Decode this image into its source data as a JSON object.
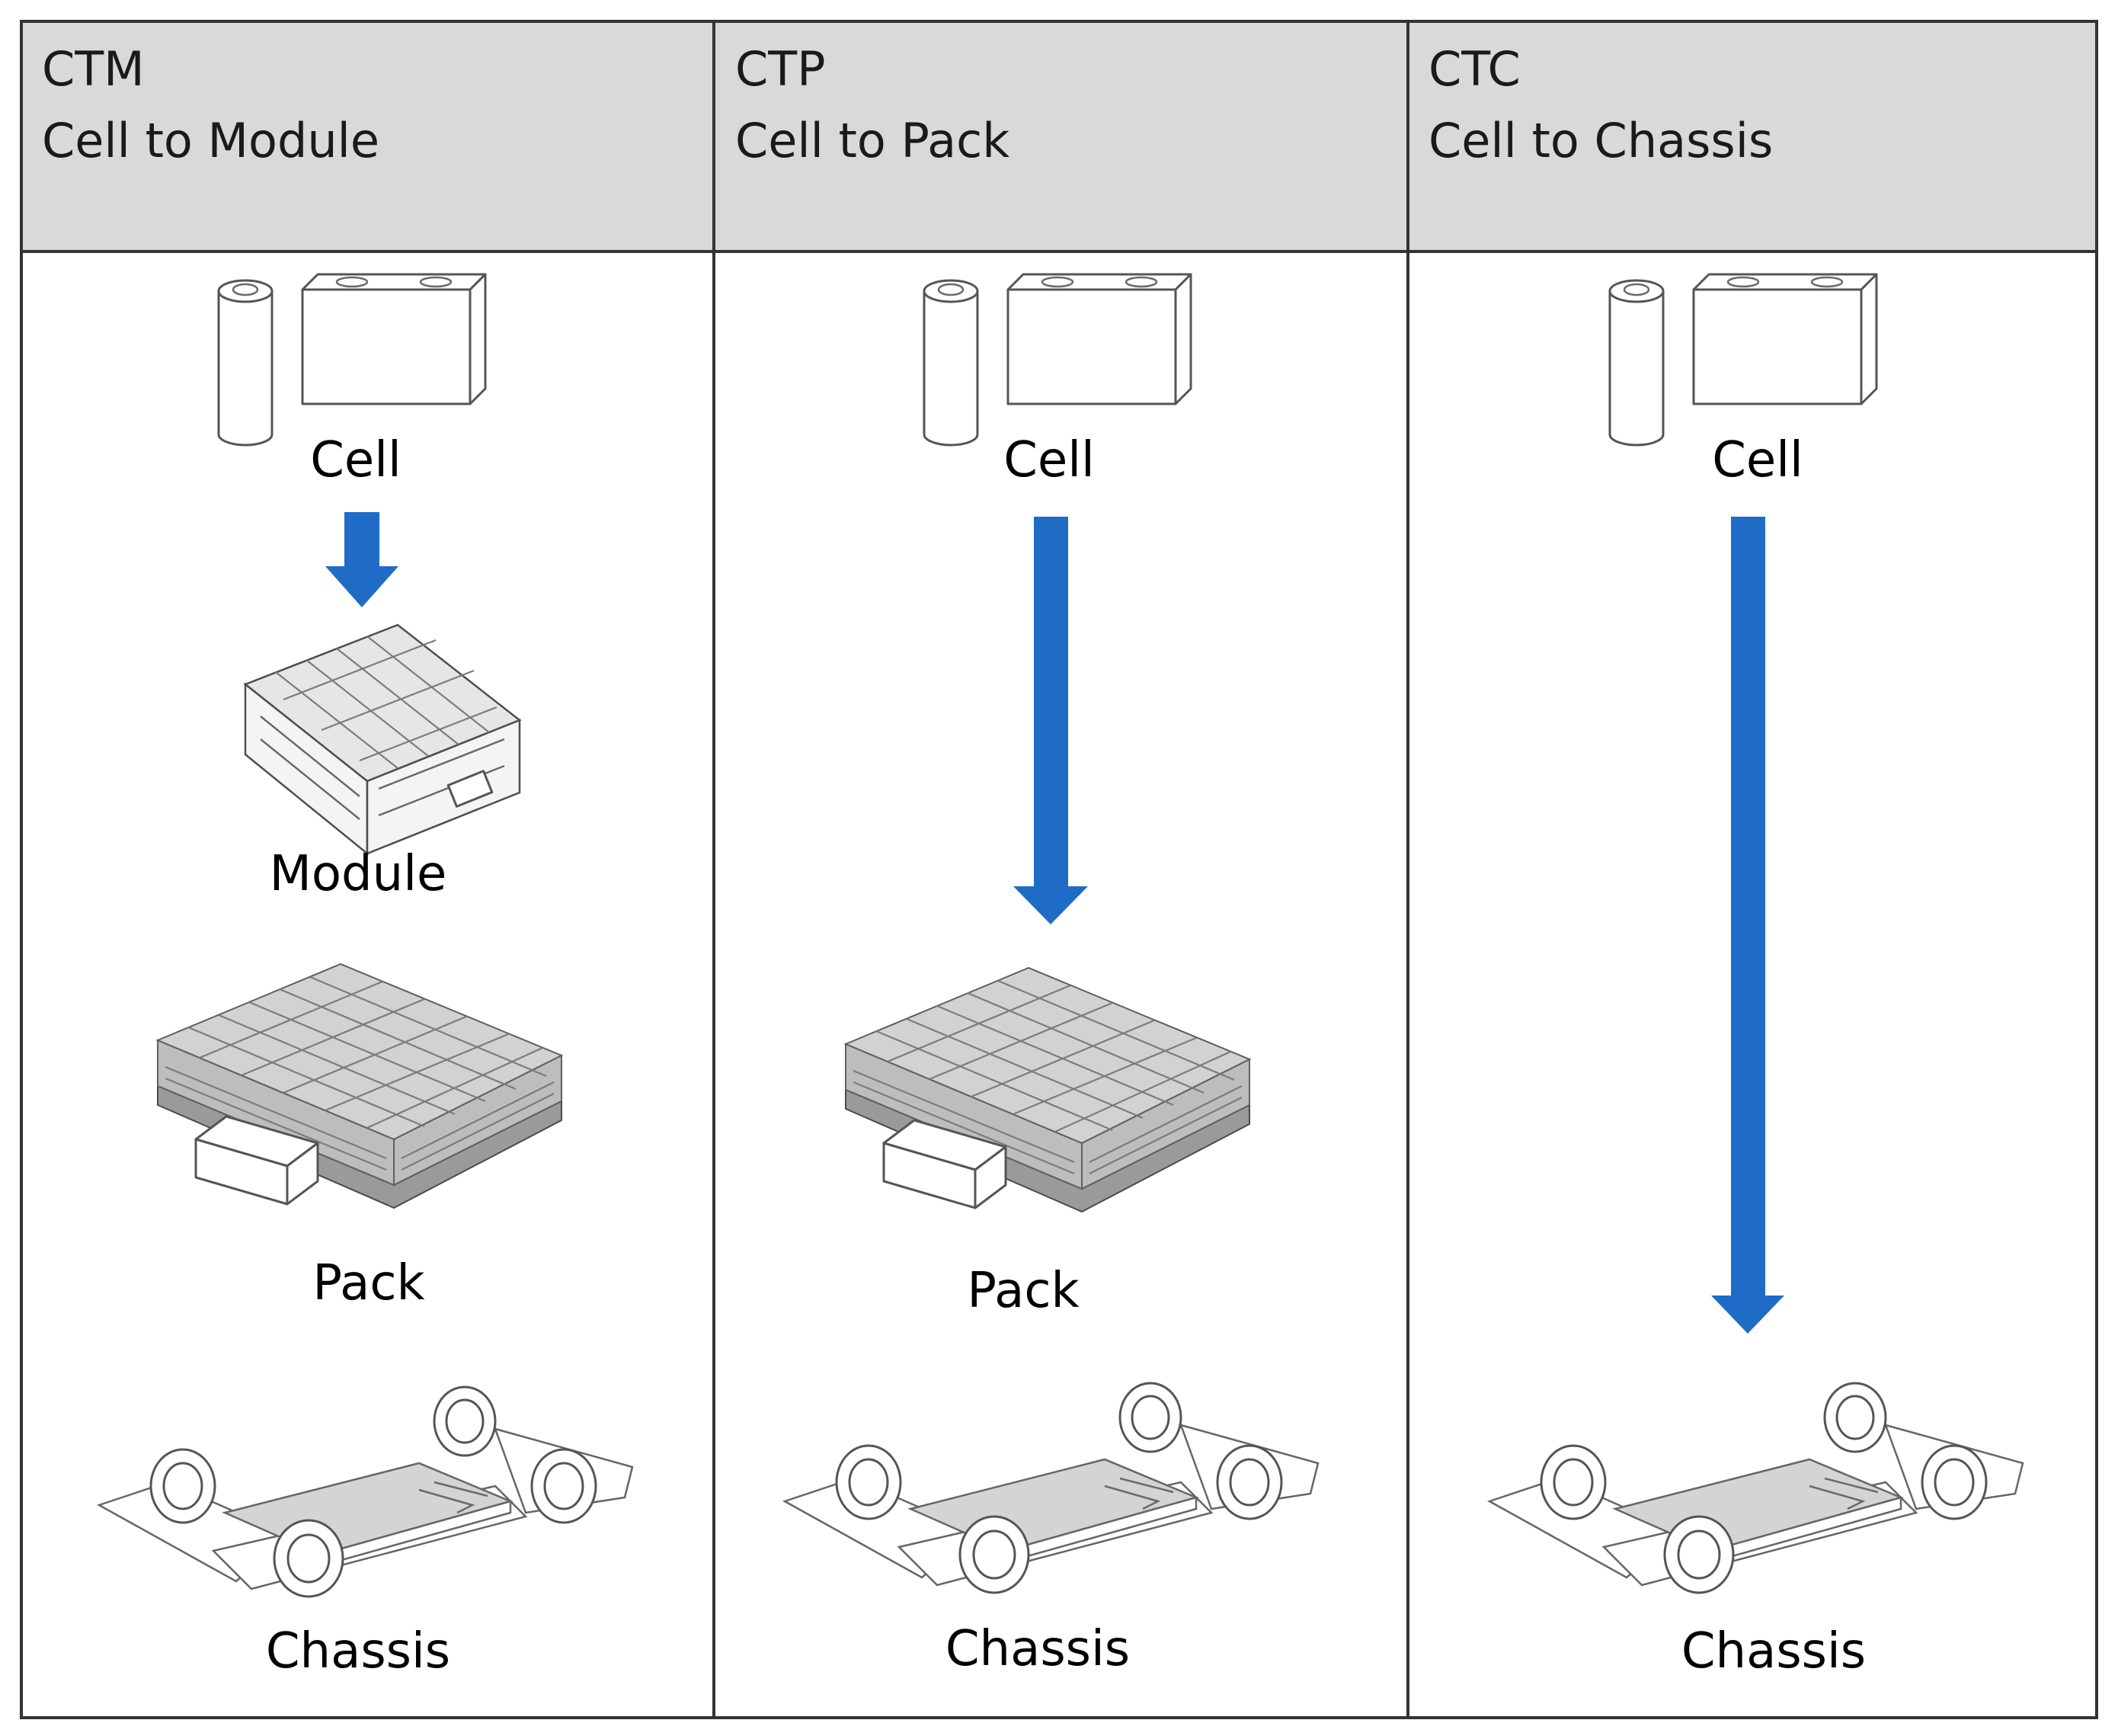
{
  "columns": [
    {
      "id": "ctm",
      "code": "CTM",
      "name": "Cell to Module",
      "stages": [
        "Cell",
        "Module",
        "Pack",
        "Chassis"
      ]
    },
    {
      "id": "ctp",
      "code": "CTP",
      "name": "Cell to Pack",
      "stages": [
        "Cell",
        "Pack",
        "Chassis"
      ]
    },
    {
      "id": "ctc",
      "code": "CTC",
      "name": "Cell to Chassis",
      "stages": [
        "Cell",
        "Chassis"
      ]
    }
  ],
  "colors": {
    "header_background": "#d9d9d9",
    "grid_lines": "#333333",
    "arrow": "#1f6cc7"
  }
}
